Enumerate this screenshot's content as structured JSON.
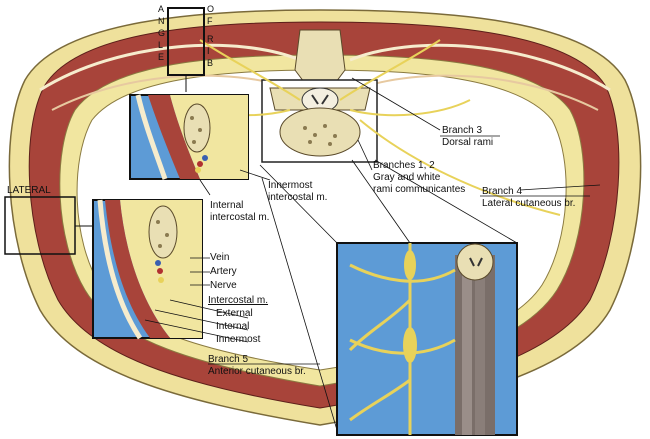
{
  "labels": {
    "angle": [
      "A",
      "N",
      "G",
      "L",
      "E"
    ],
    "of_rib": [
      "O",
      "F",
      "R",
      "I",
      "B"
    ],
    "lateral": "LATERAL",
    "branch3": "Branch 3",
    "dorsal_rami": "Dorsal rami",
    "branches12": "Branches 1, 2",
    "gray_white": "Gray and white",
    "rami_comm": "rami communicantes",
    "branch4": "Branch 4",
    "lateral_cut": "Lateral cutaneous br.",
    "internal_intercostal_1": "Internal",
    "internal_intercostal_2": "intercostal m.",
    "innermost_intercostal_1": "Innermost",
    "innermost_intercostal_2": "intercostal m.",
    "vein": "Vein",
    "artery": "Artery",
    "nerve": "Nerve",
    "intercostal_m": "Intercostal m.",
    "external": "External",
    "internal": "Internal",
    "innermost": "Innermost",
    "branch5": "Branch 5",
    "anterior_cut": "Anterior cutaneous br."
  },
  "colors": {
    "muscle": "#a8443a",
    "fat": "#f1e6a0",
    "nerve": "#e8d25a",
    "skin": "#f6eccd",
    "water": "#5d9bd6",
    "bone": "#e9dfb4",
    "spinal": "#7a6e69"
  }
}
